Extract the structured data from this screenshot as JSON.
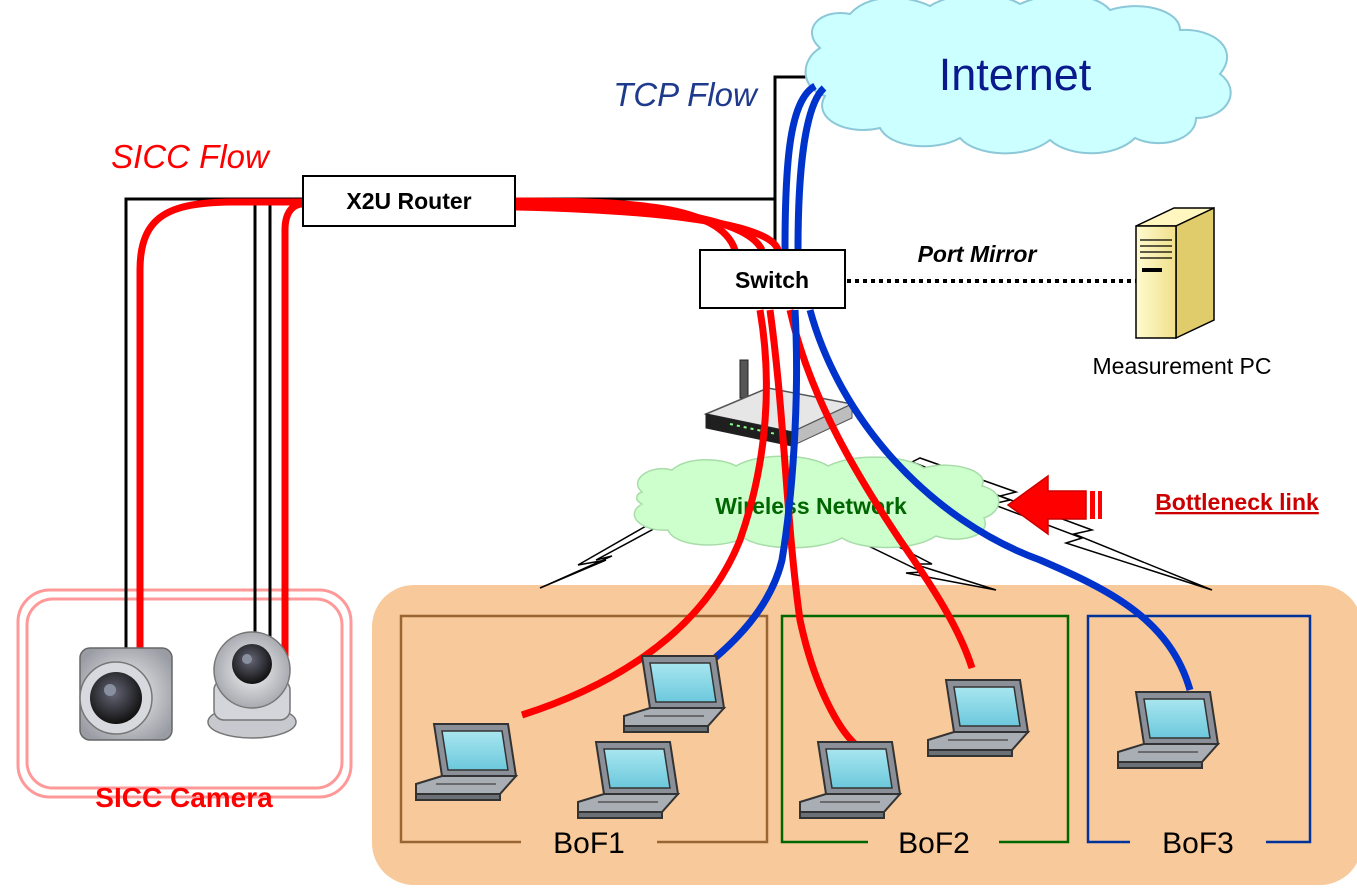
{
  "labels": {
    "internet": "Internet",
    "tcp_flow": "TCP Flow",
    "sicc_flow": "SICC Flow",
    "x2u_router": "X2U Router",
    "switch": "Switch",
    "port_mirror": "Port Mirror",
    "measurement_pc": "Measurement PC",
    "wireless_network": "Wireless Network",
    "bottleneck_link": "Bottleneck link",
    "sicc_camera": "SICC Camera",
    "bof1": "BoF1",
    "bof2": "BoF2",
    "bof3": "BoF3"
  },
  "colors": {
    "sicc_flow": "#ff0000",
    "tcp_flow": "#0033cc",
    "internet_cloud": "#ccffff",
    "wireless_cloud": "#ccffcc",
    "wireless_text": "#006600",
    "bof_area": "#f8c99a",
    "bof1_border": "#996633",
    "bof2_border": "#006600",
    "bof3_border": "#003399",
    "camera_frame": "#ff9999"
  },
  "icons": [
    "cloud-icon",
    "server-tower-icon",
    "wireless-router-icon",
    "ip-camera-icon",
    "ptz-camera-icon",
    "laptop-icon",
    "lightning-icon",
    "arrow-left-icon"
  ]
}
